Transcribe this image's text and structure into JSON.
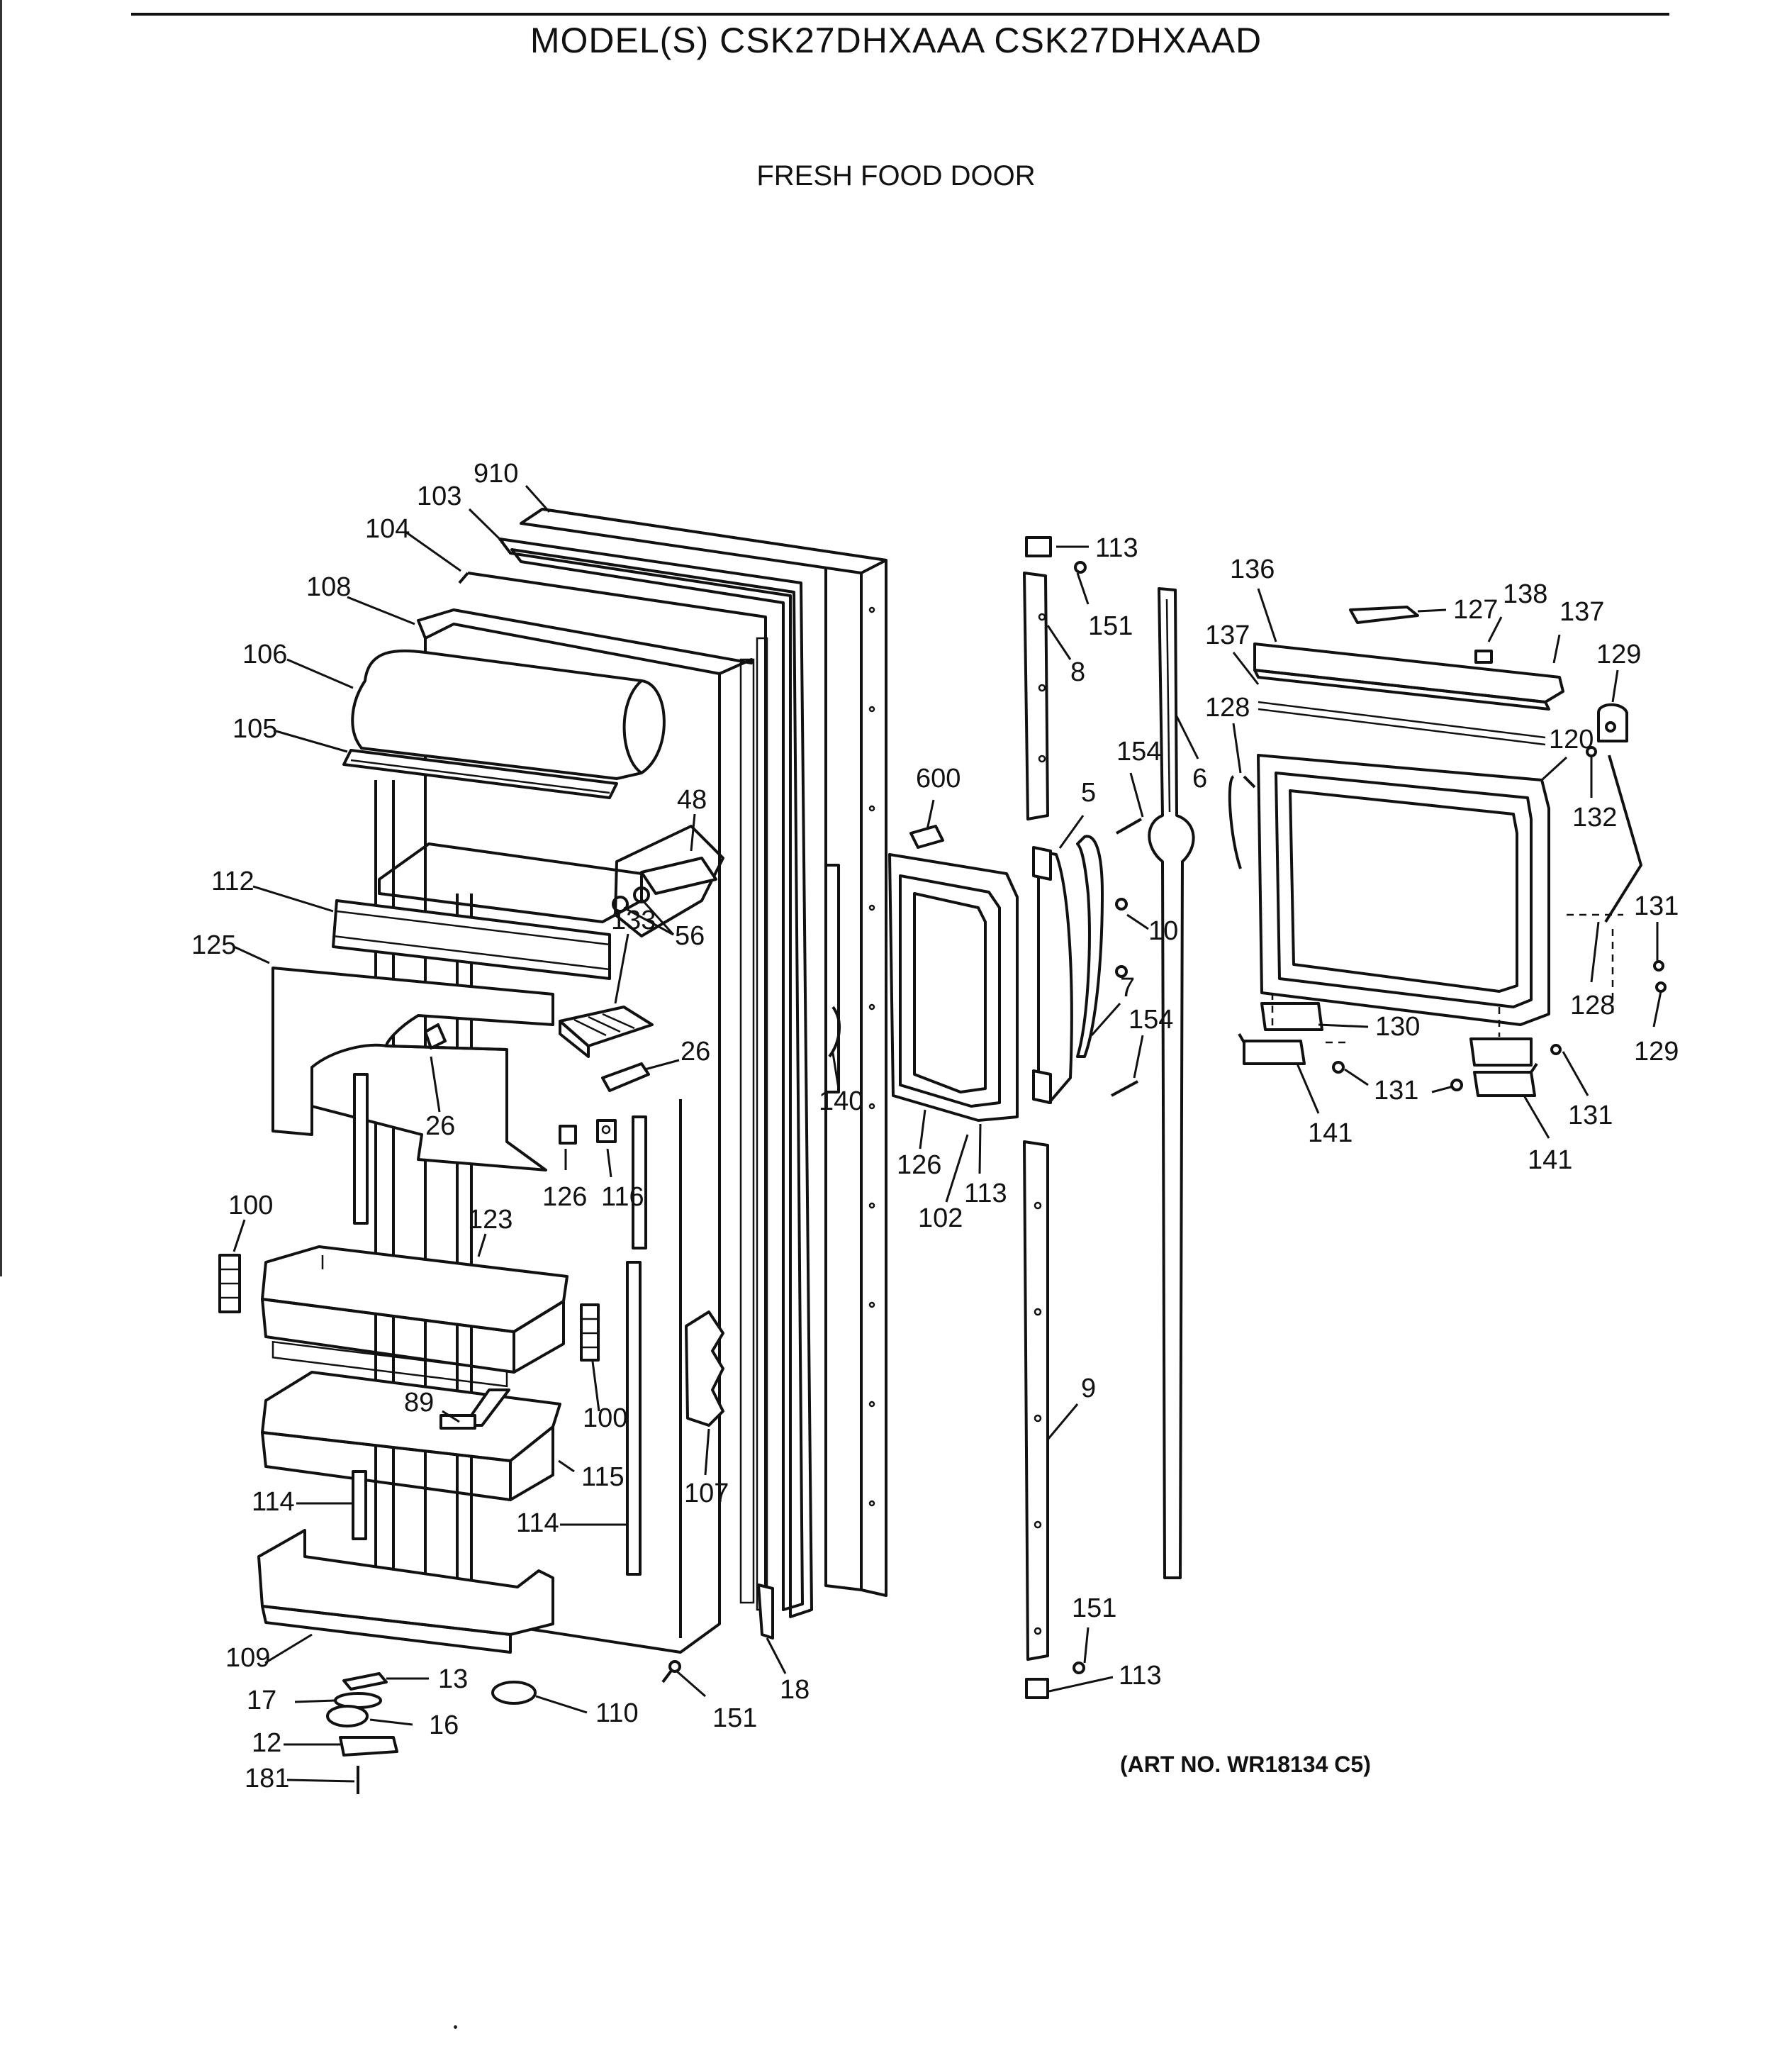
{
  "header": {
    "model_title": "MODEL(S) CSK27DHXAAA  CSK27DHXAAD",
    "section_title": "FRESH FOOD DOOR"
  },
  "footer": {
    "art_number": "(ART NO. WR18134 C5)"
  },
  "callouts": [
    "910",
    "103",
    "104",
    "108",
    "106",
    "105",
    "48",
    "56",
    "112",
    "133",
    "125",
    "26",
    "26",
    "126",
    "116",
    "100",
    "123",
    "100",
    "89",
    "115",
    "114",
    "114",
    "107",
    "109",
    "13",
    "17",
    "16",
    "12",
    "110",
    "181",
    "151",
    "18",
    "600",
    "140",
    "126",
    "102",
    "113",
    "113",
    "151",
    "8",
    "5",
    "154",
    "10",
    "7",
    "154",
    "6",
    "9",
    "151",
    "113",
    "136",
    "127",
    "138",
    "137",
    "137",
    "129",
    "128",
    "120",
    "132",
    "131",
    "128",
    "129",
    "130",
    "131",
    "141",
    "131",
    "141"
  ]
}
